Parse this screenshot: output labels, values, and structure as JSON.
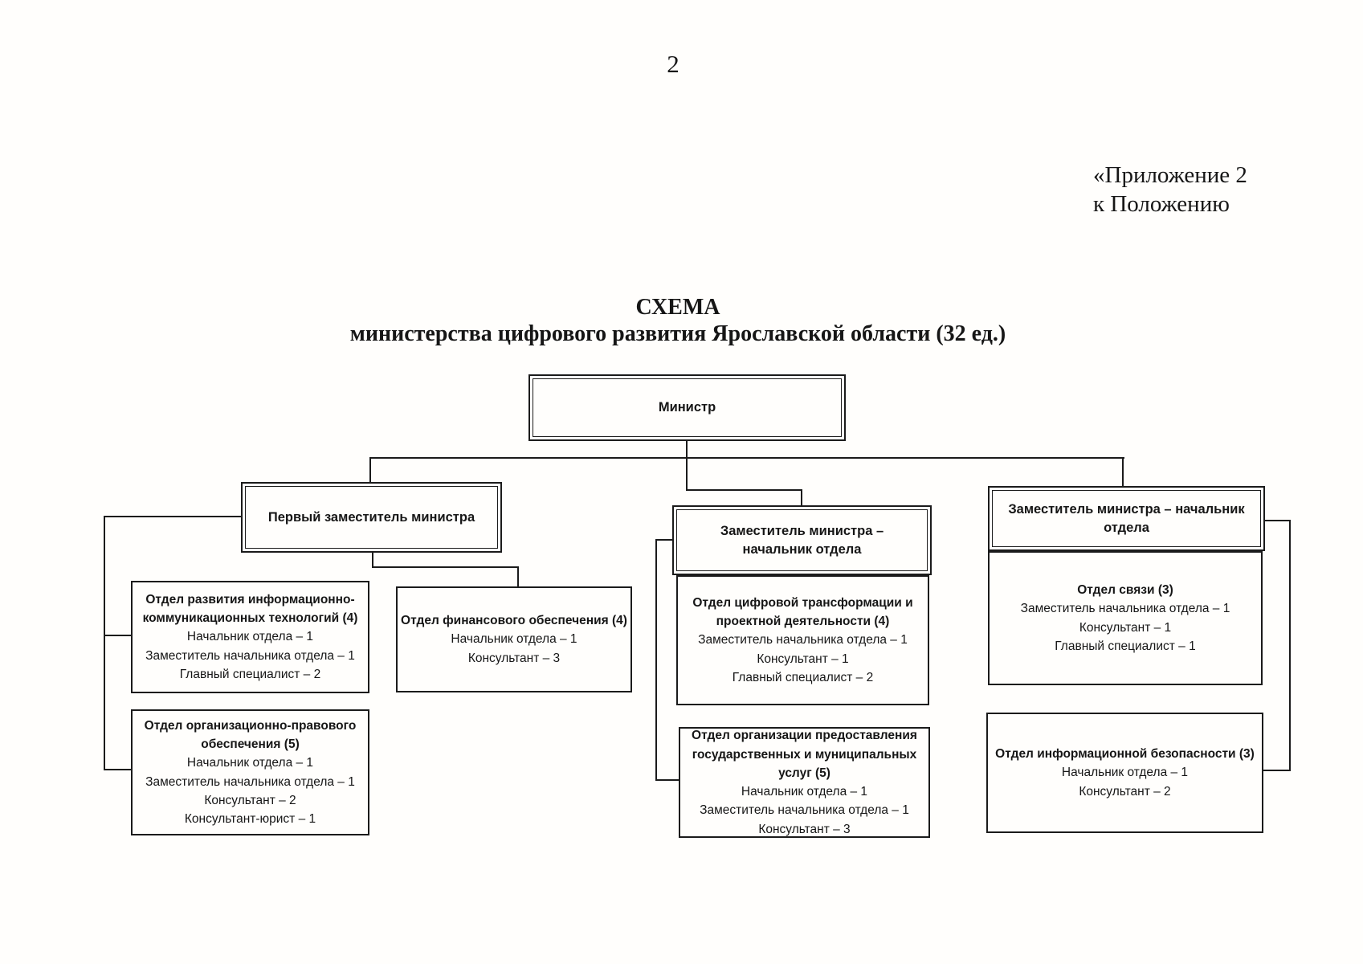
{
  "page": {
    "number": "2",
    "annotation": {
      "line1": "«Приложение 2",
      "line2": "к Положению"
    },
    "title": {
      "line1": "СХЕМА",
      "line2": "министерства цифрового развития Ярославской области (32 ед.)"
    }
  },
  "org": {
    "minister": {
      "title": "Министр"
    },
    "first_deputy": {
      "title": "Первый заместитель министра"
    },
    "deputy_middle": {
      "title": "Заместитель министра – начальник отдела"
    },
    "deputy_right": {
      "title": "Заместитель министра – начальник отдела"
    },
    "departments": {
      "ikt": {
        "title": "Отдел развития информационно-коммуникационных технологий (4)",
        "staff": [
          "Начальник отдела – 1",
          "Заместитель начальника отдела – 1",
          "Главный специалист – 2"
        ]
      },
      "fin": {
        "title": "Отдел финансового обеспечения (4)",
        "staff": [
          "Начальник отдела – 1",
          "Консультант – 3"
        ]
      },
      "orgpravo": {
        "title": "Отдел организационно-правового обеспечения (5)",
        "staff": [
          "Начальник отдела – 1",
          "Заместитель начальника отдела – 1",
          "Консультант – 2",
          "Консультант-юрист – 1"
        ]
      },
      "cifra": {
        "title": "Отдел цифровой трансформации и проектной деятельности (4)",
        "staff": [
          "Заместитель начальника отдела – 1",
          "Консультант – 1",
          "Главный специалист – 2"
        ]
      },
      "uslugi": {
        "title": "Отдел организации предоставления государственных и муниципальных услуг (5)",
        "staff": [
          "Начальник отдела – 1",
          "Заместитель начальника отдела – 1",
          "Консультант – 3"
        ]
      },
      "svyaz": {
        "title": "Отдел связи (3)",
        "staff": [
          "Заместитель начальника отдела – 1",
          "Консультант – 1",
          "Главный специалист – 1"
        ]
      },
      "infobez": {
        "title": "Отдел информационной безопасности (3)",
        "staff": [
          "Начальник отдела – 1",
          "Консультант – 2"
        ]
      }
    }
  }
}
